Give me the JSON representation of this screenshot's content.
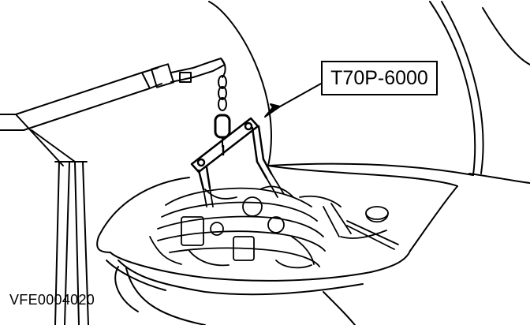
{
  "tool_callout": {
    "label": "T70P-6000"
  },
  "figure_code": "VFE0004020",
  "icons": [
    "engine-lifting-bracket-illustration",
    "callout-arrow"
  ]
}
